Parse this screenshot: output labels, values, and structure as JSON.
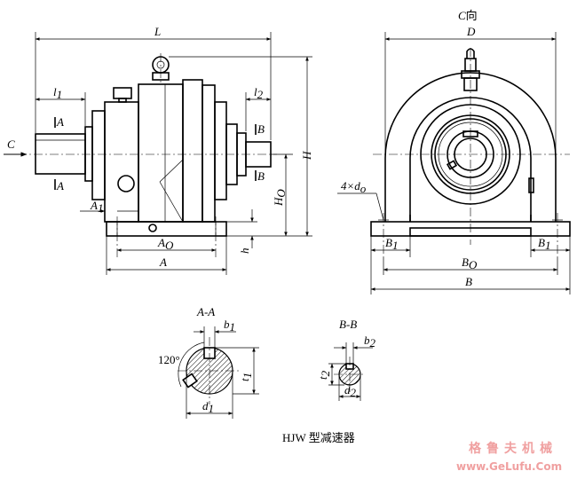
{
  "side_view": {
    "dim_L": "L",
    "dim_l1": "l",
    "dim_l1_sub": "1",
    "dim_l2": "l",
    "dim_l2_sub": "2",
    "dim_H": "H",
    "dim_H0": "H",
    "dim_H0_sub": "O",
    "dim_h": "h",
    "dim_A": "A",
    "dim_A0": "A",
    "dim_A0_sub": "O",
    "dim_A1": "A",
    "dim_A1_sub": "1",
    "arrow_C": "C",
    "section_A_top": "A",
    "section_A_bottom": "A",
    "section_B_top": "B",
    "section_B_bottom": "B"
  },
  "front_view": {
    "view_label": "C",
    "view_label_suffix": "向",
    "dim_D": "D",
    "dim_B": "B",
    "dim_B0": "B",
    "dim_B0_sub": "O",
    "dim_B1_left": "B",
    "dim_B1_left_sub": "1",
    "dim_B1_right": "B",
    "dim_B1_right_sub": "1",
    "holes_label": "4×d",
    "holes_label_sub": "o"
  },
  "section_AA": {
    "title": "A-A",
    "dim_b1": "b",
    "dim_b1_sub": "1",
    "dim_t1": "t",
    "dim_t1_sub": "1",
    "dim_d1": "d",
    "dim_d1_sub": "1",
    "angle": "120°"
  },
  "section_BB": {
    "title": "B-B",
    "dim_b2": "b",
    "dim_b2_sub": "2",
    "dim_t2": "t",
    "dim_t2_sub": "2",
    "dim_d2": "d",
    "dim_d2_sub": "2"
  },
  "caption": "HJW 型减速器",
  "watermark": {
    "cn": "格鲁夫机械",
    "url": "www.GeLufu.Com"
  }
}
